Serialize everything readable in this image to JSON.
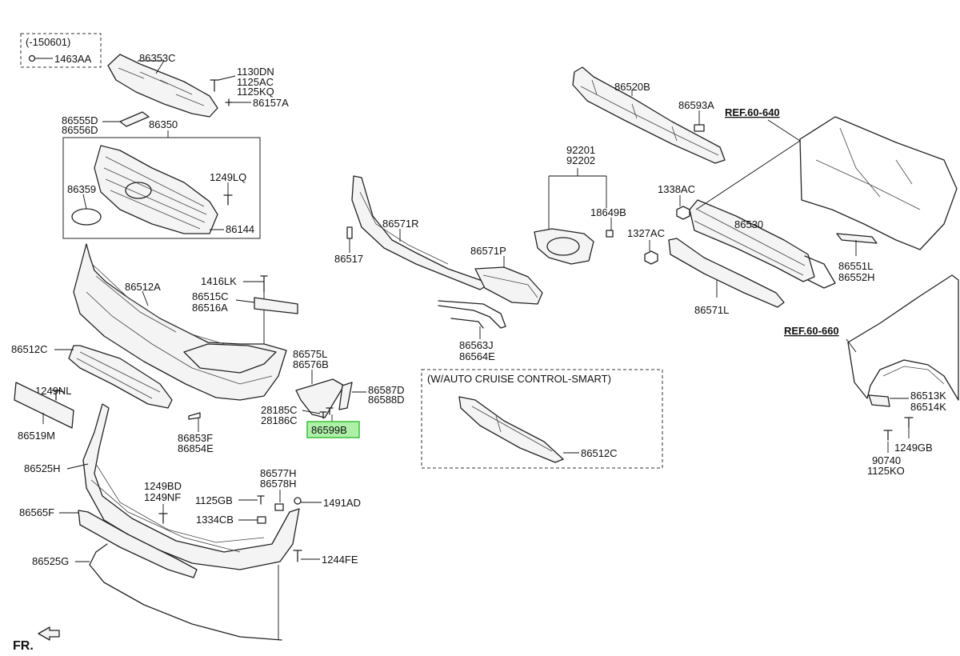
{
  "labels": {
    "note_150601": "(-150601)",
    "p1463AA": "1463AA",
    "p86353C": "86353C",
    "p1130DN": "1130DN",
    "p1125AC": "1125AC",
    "p1125KQ": "1125KQ",
    "p86157A": "86157A",
    "p86555D": "86555D",
    "p86556D": "86556D",
    "p86350": "86350",
    "p1249LQ": "1249LQ",
    "p86359": "86359",
    "p86144": "86144",
    "p1416LK": "1416LK",
    "p86512A": "86512A",
    "p86515C": "86515C",
    "p86516A": "86516A",
    "p86512C_left": "86512C",
    "p1249NL": "1249NL",
    "p86519M": "86519M",
    "p86575L": "86575L",
    "p86576B": "86576B",
    "p86587D": "86587D",
    "p86588D": "86588D",
    "p28185C": "28185C",
    "p28186C": "28186C",
    "p86599B": "86599B",
    "p86853F": "86853F",
    "p86854E": "86854E",
    "p86525H": "86525H",
    "p1249BD": "1249BD",
    "p1249NF": "1249NF",
    "p86577H": "86577H",
    "p86578H": "86578H",
    "p1125GB": "1125GB",
    "p1491AD": "1491AD",
    "p86565F": "86565F",
    "p1334CB": "1334CB",
    "p86525G": "86525G",
    "p1244FE": "1244FE",
    "fr": "FR.",
    "p86517": "86517",
    "p86571R": "86571R",
    "p86571P": "86571P",
    "p86563J": "86563J",
    "p86564E": "86564E",
    "cruise_note": "(W/AUTO CRUISE CONTROL-SMART)",
    "p86512C_box": "86512C",
    "p92201": "92201",
    "p92202": "92202",
    "p18649B": "18649B",
    "p86520B": "86520B",
    "p86593A": "86593A",
    "p1338AC": "1338AC",
    "p1327AC": "1327AC",
    "p86530": "86530",
    "p86571L": "86571L",
    "ref_60_640": "REF.60-640",
    "p86551L": "86551L",
    "p86552H": "86552H",
    "ref_60_660": "REF.60-660",
    "p86513K": "86513K",
    "p86514K": "86514K",
    "p1249GB": "1249GB",
    "p90740": "90740",
    "p1125KO": "1125KO"
  },
  "highlight": {
    "part": "86599B",
    "color": "#3bbf3b",
    "fill": "#aef0a8"
  }
}
